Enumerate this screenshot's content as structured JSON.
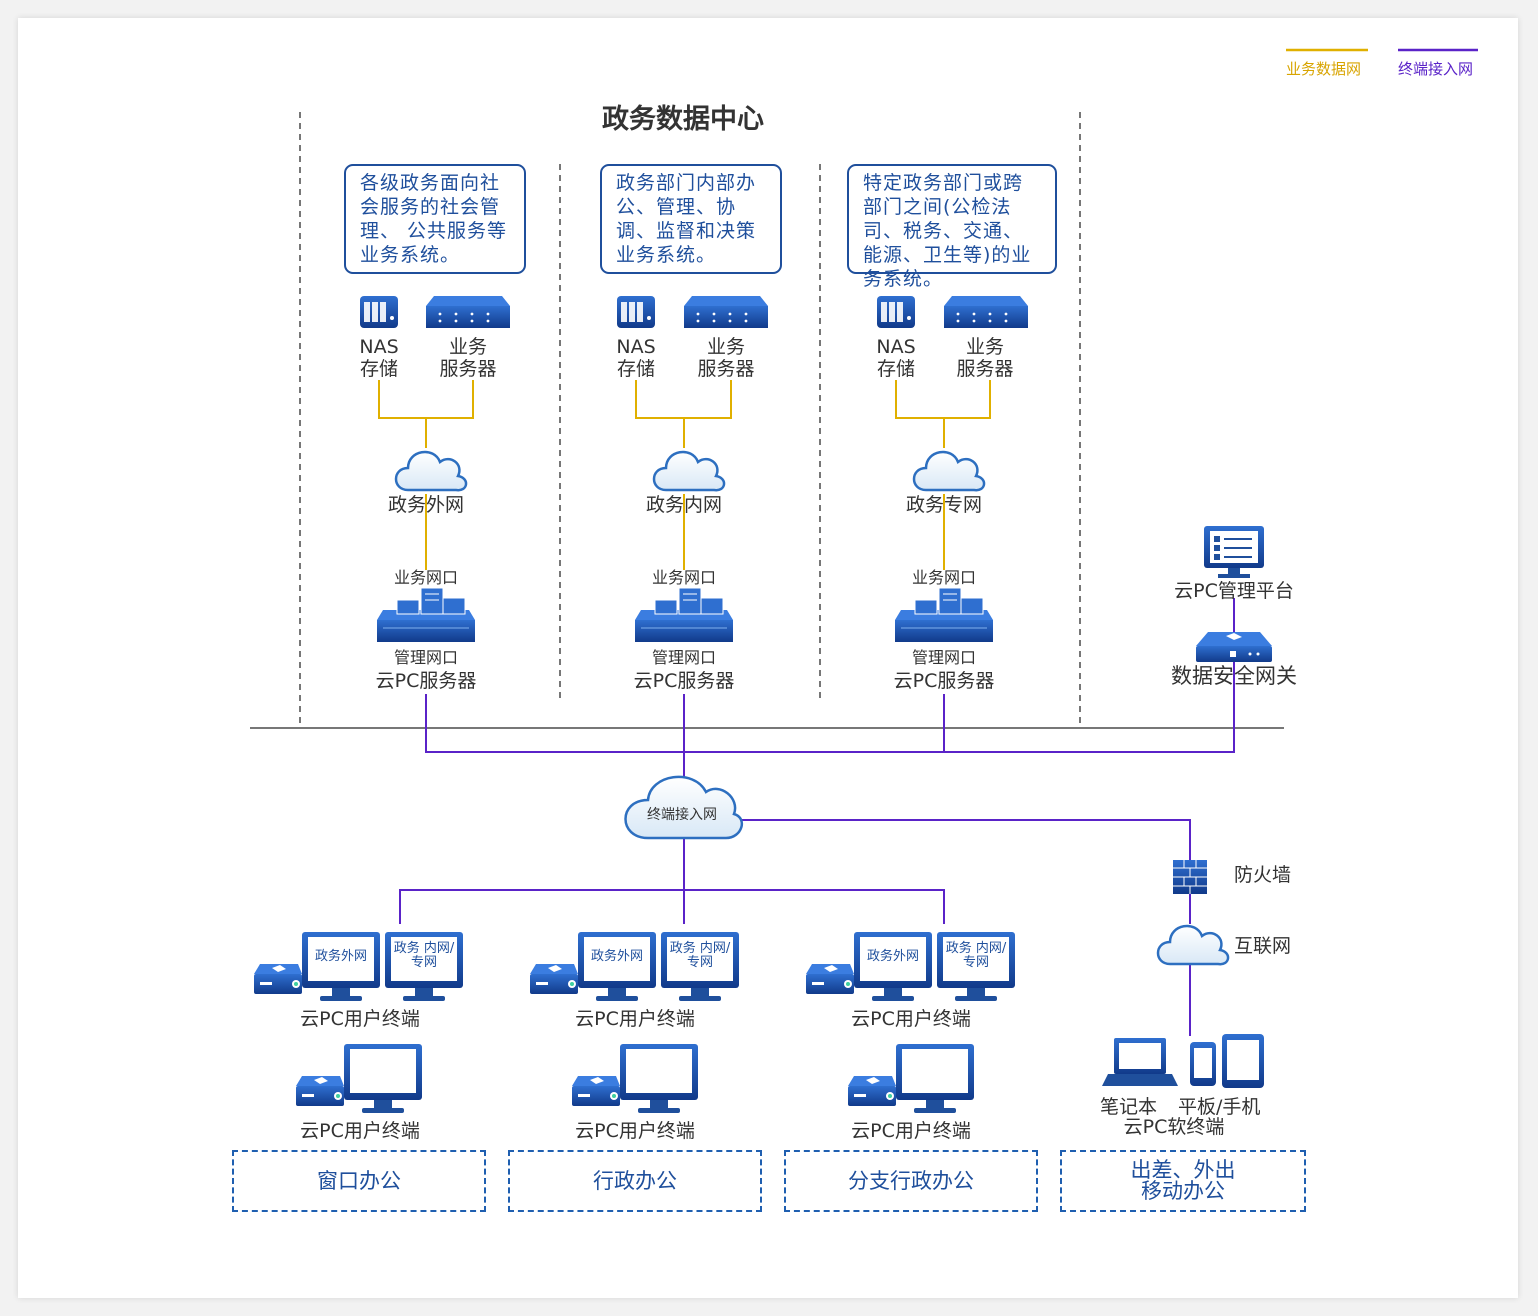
{
  "legend": [
    {
      "label": "业务数据网",
      "color": "#e0b000"
    },
    {
      "label": "终端接入网",
      "color": "#5a23c8"
    }
  ],
  "title": "政务数据中心",
  "columns": [
    {
      "description": "各级政务面向社会服务的社会管理、 公共服务等业务系统。",
      "nas_label": "NAS\n存储",
      "server_label": "业务\n服务器",
      "network": "政务外网",
      "port_top": "业务网口",
      "port_bottom": "管理网口",
      "cloud_server": "云PC服务器"
    },
    {
      "description": "政务部门内部办公、管理、协调、监督和决策业务系统。",
      "nas_label": "NAS\n存储",
      "server_label": "业务\n服务器",
      "network": "政务内网",
      "port_top": "业务网口",
      "port_bottom": "管理网口",
      "cloud_server": "云PC服务器"
    },
    {
      "description": "特定政务部门或跨部门之间(公检法司、税务、交通、能源、卫生等)的业务系统。",
      "nas_label": "NAS\n存储",
      "server_label": "业务\n服务器",
      "network": "政务专网",
      "port_top": "业务网口",
      "port_bottom": "管理网口",
      "cloud_server": "云PC服务器"
    }
  ],
  "management": {
    "platform": "云PC管理平台",
    "gateway": "数据安全网关"
  },
  "access_network": "终端接入网",
  "firewall": "防火墙",
  "internet": "互联网",
  "terminals": [
    {
      "screen1": "政务外网",
      "screen2": "政务\n内网/专网",
      "label_top": "云PC用户终端",
      "label_bottom": "云PC用户终端",
      "zone": "窗口办公"
    },
    {
      "screen1": "政务外网",
      "screen2": "政务\n内网/专网",
      "label_top": "云PC用户终端",
      "label_bottom": "云PC用户终端",
      "zone": "行政办公"
    },
    {
      "screen1": "政务外网",
      "screen2": "政务\n内网/专网",
      "label_top": "云PC用户终端",
      "label_bottom": "云PC用户终端",
      "zone": "分支行政办公"
    }
  ],
  "mobile": {
    "laptop": "笔记本",
    "tablet": "平板/手机",
    "soft_terminal": "云PC软终端",
    "zone": "出差、外出\n移动办公"
  }
}
